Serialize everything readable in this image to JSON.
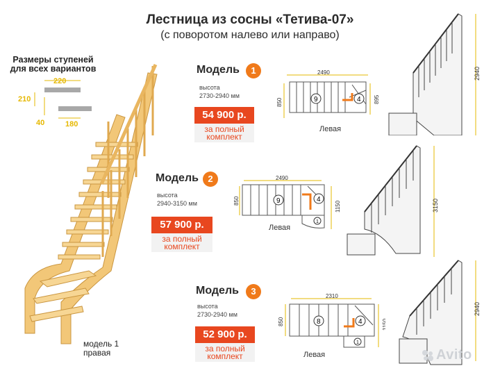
{
  "header": {
    "title": "Лестница из сосны «Тетива-07»",
    "subtitle": "(с поворотом налево или направо)"
  },
  "step_sizes": {
    "title_line1": "Размеры ступеней",
    "title_line2": "для всех вариантов",
    "dim_top": "220",
    "dim_rise": "210",
    "dim_small": "40",
    "dim_bottom": "180"
  },
  "main_photo": {
    "caption_line1": "модель 1",
    "caption_line2": "правая"
  },
  "models": [
    {
      "label": "Модель",
      "number": "1",
      "height_label": "высота",
      "height_range": "2730-2940 мм",
      "price": "54 900 р.",
      "complete_line1": "за полный",
      "complete_line2": "комплект",
      "plan_width": "2490",
      "plan_left": "850",
      "plan_right": "895",
      "plan_steps_main": "9",
      "plan_steps_turn": "4",
      "side": "Левая",
      "elevation_height": "2940"
    },
    {
      "label": "Модель",
      "number": "2",
      "height_label": "высота",
      "height_range": "2940-3150 мм",
      "price": "57 900 р.",
      "complete_line1": "за полный",
      "complete_line2": "комплект",
      "plan_width": "2490",
      "plan_left": "850",
      "plan_right": "1150",
      "plan_steps_main": "9",
      "plan_steps_turn": "4",
      "plan_steps_extra": "1",
      "side": "Левая",
      "elevation_height": "3150"
    },
    {
      "label": "Модель",
      "number": "3",
      "height_label": "высота",
      "height_range": "2730-2940 мм",
      "price": "52 900 р.",
      "complete_line1": "за полный",
      "complete_line2": "комплект",
      "plan_width": "2310",
      "plan_left": "850",
      "plan_right": "1150",
      "plan_steps_main": "8",
      "plan_steps_turn": "4",
      "plan_steps_extra": "1",
      "side": "Левая",
      "elevation_height": "2940"
    }
  ],
  "watermark": "Avito",
  "colors": {
    "accent": "#f07a1a",
    "price_bg": "#e8471f",
    "dimension": "#e6b800",
    "wood": "#f2c778"
  }
}
